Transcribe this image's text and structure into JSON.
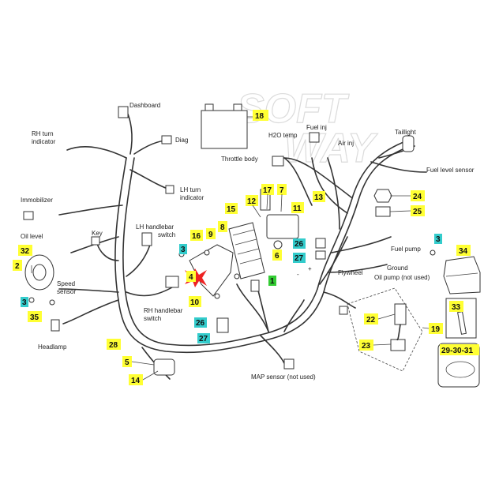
{
  "watermark": {
    "line1": "SOFT",
    "line2": "WAY"
  },
  "labels": {
    "dashboard": "Dashboard",
    "diag": "Diag",
    "rh_turn_1": "RH turn",
    "rh_turn_2": "indicator",
    "lh_turn_1": "LH turn",
    "lh_turn_2": "indicator",
    "immobilizer": "Immobilizer",
    "oil_level": "Oil level",
    "key": "Key",
    "lh_switch_1": "LH handlebar",
    "lh_switch_2": "switch",
    "rh_switch_1": "RH handlebar",
    "rh_switch_2": "switch",
    "speed_1": "Speed",
    "speed_2": "sensor",
    "headlamp": "Headlamp",
    "fuel_inj": "Fuel inj",
    "h2o_temp": "H2O temp",
    "air_inj": "Air inj",
    "throttle_body": "Throttle body",
    "taillight": "Taillight",
    "fuel_level_sensor": "Fuel level sensor",
    "fuel_pump": "Fuel pump",
    "ground": "Ground",
    "oil_pump": "Oil pump (not used)",
    "flywheel": "Flywheel",
    "map_sensor": "MAP sensor (not used)",
    "plus": "+",
    "minus": "-"
  },
  "callouts": {
    "c18": "18",
    "c17": "17",
    "c7": "7",
    "c12": "12",
    "c11": "11",
    "c13": "13",
    "c15": "15",
    "c9": "9",
    "c8": "8",
    "c16": "16",
    "c3a": "3",
    "c1": "1",
    "c6": "6",
    "c26a": "26",
    "c27a": "27",
    "c24": "24",
    "c25": "25",
    "c3b": "3",
    "c34": "34",
    "c32": "32",
    "c2": "2",
    "c3c": "3",
    "c35": "35",
    "c4": "4",
    "c10": "10",
    "c26b": "26",
    "c27b": "27",
    "c28": "28",
    "c5": "5",
    "c14": "14",
    "c22": "22",
    "c23": "23",
    "c19": "19",
    "c33": "33",
    "c293031": "29-30-31"
  },
  "colors": {
    "yellow": "#ffff33",
    "cyan": "#33cccc",
    "green": "#33cc33",
    "red": "#ee2222",
    "line": "#333333"
  }
}
